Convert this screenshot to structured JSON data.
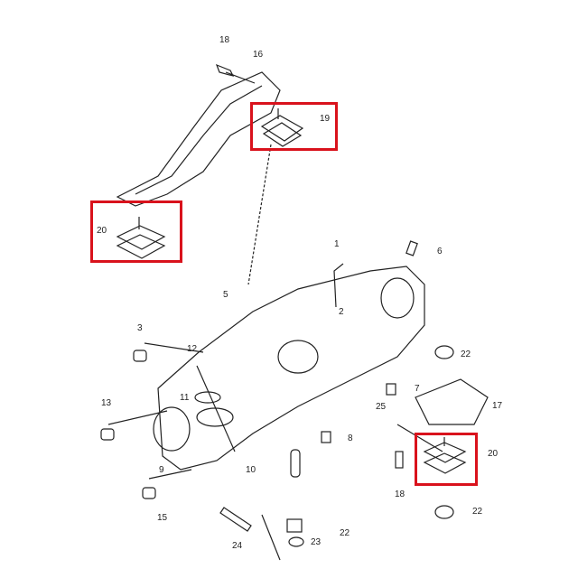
{
  "highlight_color": "#d9121c",
  "callouts": [
    {
      "id": "c18a",
      "text": "18"
    },
    {
      "id": "c16",
      "text": "16"
    },
    {
      "id": "c19",
      "text": "19"
    },
    {
      "id": "c20a",
      "text": "20"
    },
    {
      "id": "c1",
      "text": "1"
    },
    {
      "id": "c6",
      "text": "6"
    },
    {
      "id": "c5",
      "text": "5"
    },
    {
      "id": "c2",
      "text": "2"
    },
    {
      "id": "c3",
      "text": "3"
    },
    {
      "id": "c12",
      "text": "12"
    },
    {
      "id": "c22a",
      "text": "22"
    },
    {
      "id": "c11",
      "text": "11"
    },
    {
      "id": "c7",
      "text": "7"
    },
    {
      "id": "c17",
      "text": "17"
    },
    {
      "id": "c13",
      "text": "13"
    },
    {
      "id": "c25",
      "text": "25"
    },
    {
      "id": "c8",
      "text": "8"
    },
    {
      "id": "c20b",
      "text": "20"
    },
    {
      "id": "c9",
      "text": "9"
    },
    {
      "id": "c10",
      "text": "10"
    },
    {
      "id": "c18b",
      "text": "18"
    },
    {
      "id": "c15",
      "text": "15"
    },
    {
      "id": "c22b",
      "text": "22"
    },
    {
      "id": "c24",
      "text": "24"
    },
    {
      "id": "c23",
      "text": "23"
    },
    {
      "id": "c22c",
      "text": "22"
    }
  ]
}
